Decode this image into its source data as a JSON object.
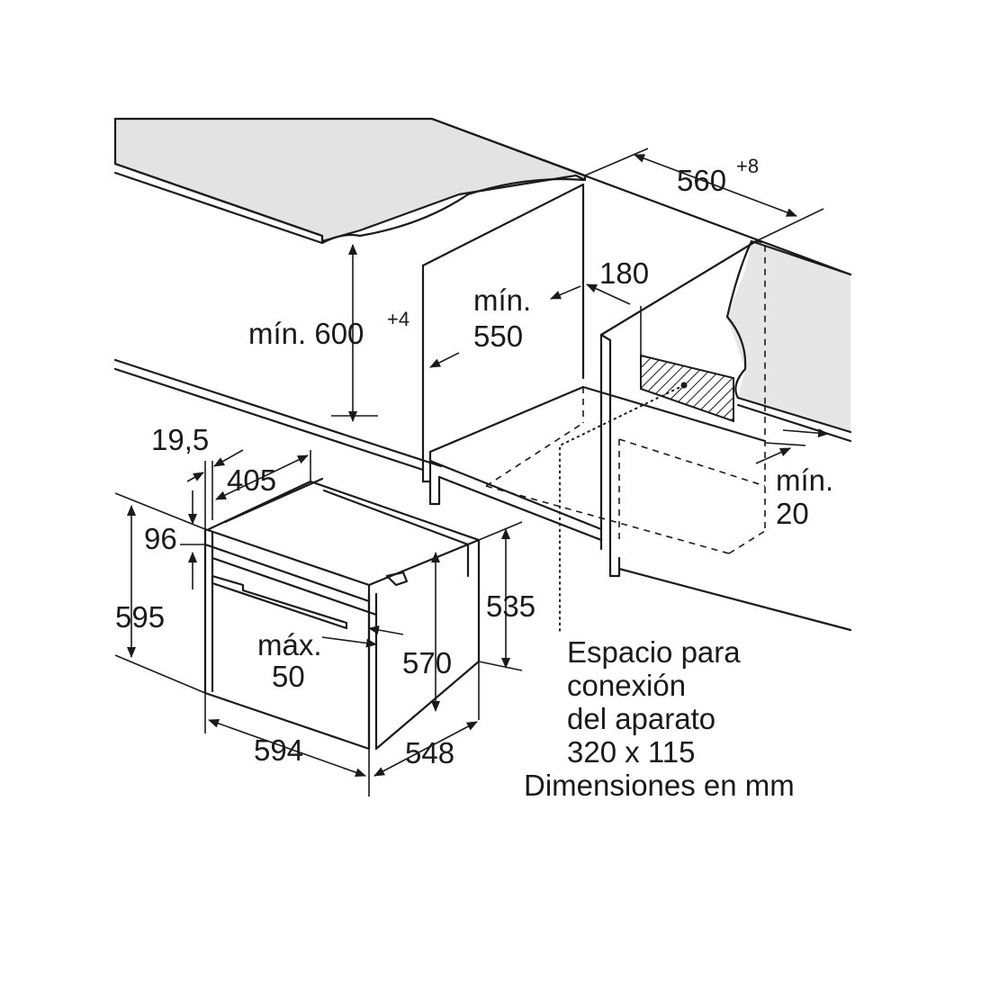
{
  "labels": {
    "cabinet_width": "560",
    "cabinet_width_tol": "+8",
    "cabinet_height_prefix": "mín. 600",
    "cabinet_height_tol": "+4",
    "cabinet_depth_line1": "mín.",
    "cabinet_depth_line2": "550",
    "back_gap": "180",
    "side_gap_line1": "mín.",
    "side_gap_line2": "20",
    "panel_offset": "19,5",
    "panel_depth": "405",
    "panel_height": "96",
    "oven_height": "595",
    "handle_gap_line1": "máx.",
    "handle_gap_line2": "50",
    "door_height": "570",
    "body_height": "535",
    "oven_width": "594",
    "oven_depth": "548",
    "connection_line1": "Espacio para",
    "connection_line2": "conexión",
    "connection_line3": "del aparato",
    "connection_line4": "320 x 115",
    "units_note": "Dimensiones en mm"
  },
  "colors": {
    "line": "#1a1a1a",
    "surface": "#e3e3e3",
    "background": "#ffffff"
  }
}
